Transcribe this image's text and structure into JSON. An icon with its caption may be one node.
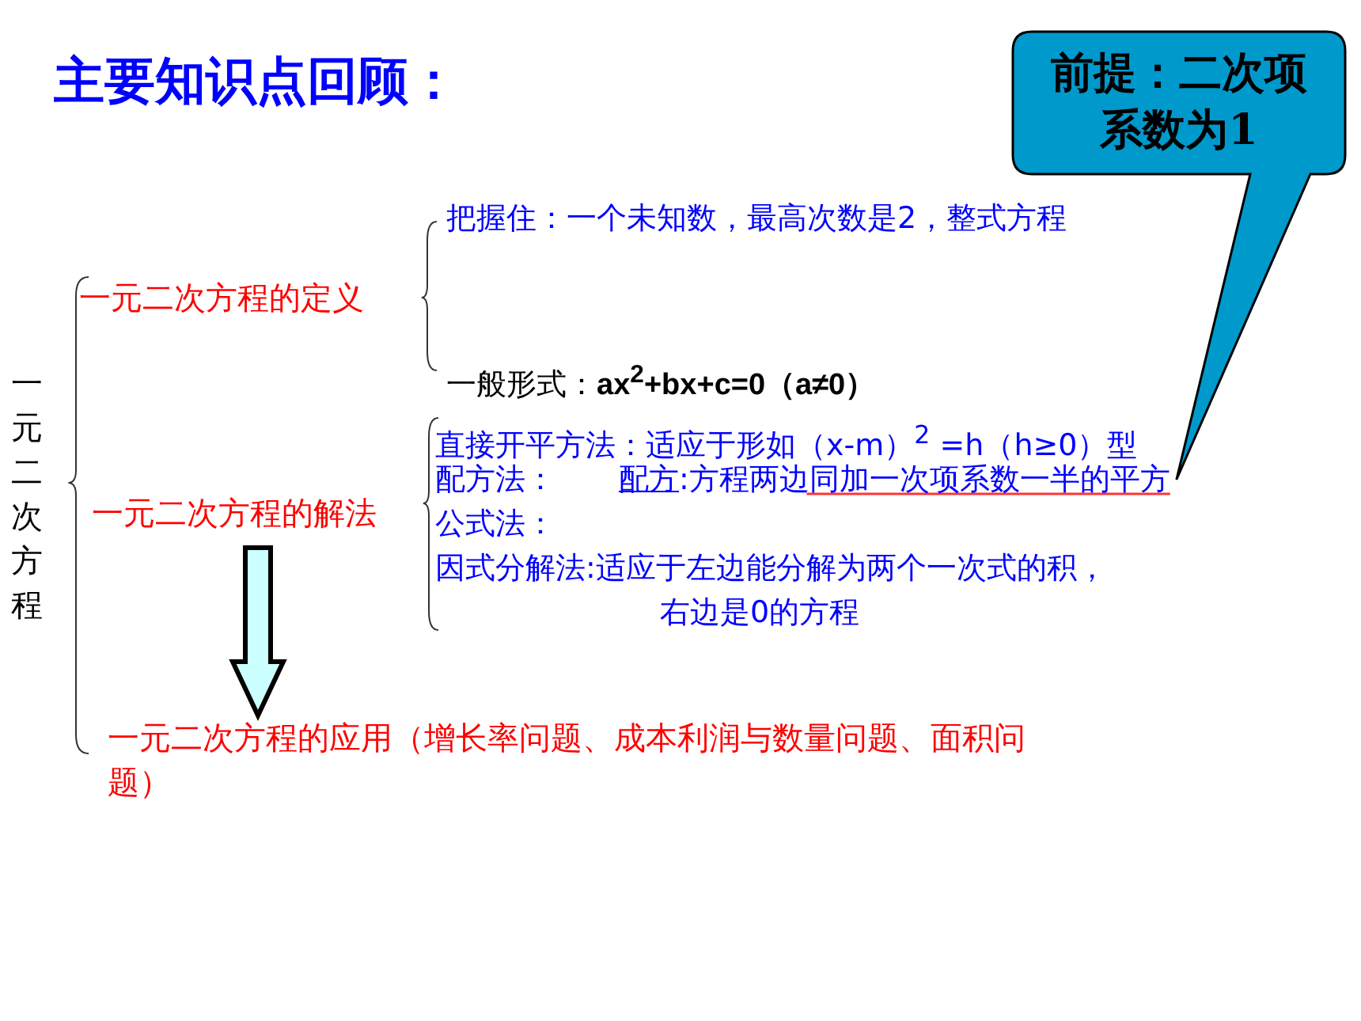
{
  "diagram": {
    "title": "主要知识点回顾：",
    "nodes": [
      {
        "text": [
          "一元二次方程"
        ]
      },
      {
        "text": [
          "一元二次方程的定义"
        ]
      },
      {
        "text": [
          "把握住：一个未知数，最高次数是2，整式方程"
        ]
      },
      {
        "text": [
          "一般形式：",
          "ax$^{2}$+bx+c=0（a≠0）"
        ]
      },
      {
        "text": [
          "一元二次方程的解法"
        ]
      },
      {
        "text": [
          "直接开平方法：适应于形如（x-m）$^{2}$ =h（h≥0）型"
        ]
      },
      {
        "text": [
          "配方法：",
          "配方",
          ":方程两边同加一次项系数一半的平方"
        ]
      },
      {
        "text": [
          "公式法："
        ]
      },
      {
        "text": [
          "因式分解法:适应于左边能分解为两个一次式的积，右边是0的方程"
        ]
      },
      {
        "text": [
          "一元二次方程的应用（增长率问题、成本利润与数量问题、面积问题）"
        ]
      },
      {
        "text": [
          "前提：二次项系数为1"
        ]
      }
    ],
    "edges": [
      {
        "from": 4,
        "to": 9,
        "arrow": "to",
        "style": "thick"
      },
      {
        "from": 10,
        "to": 6,
        "arrow": "none"
      }
    ]
  }
}
